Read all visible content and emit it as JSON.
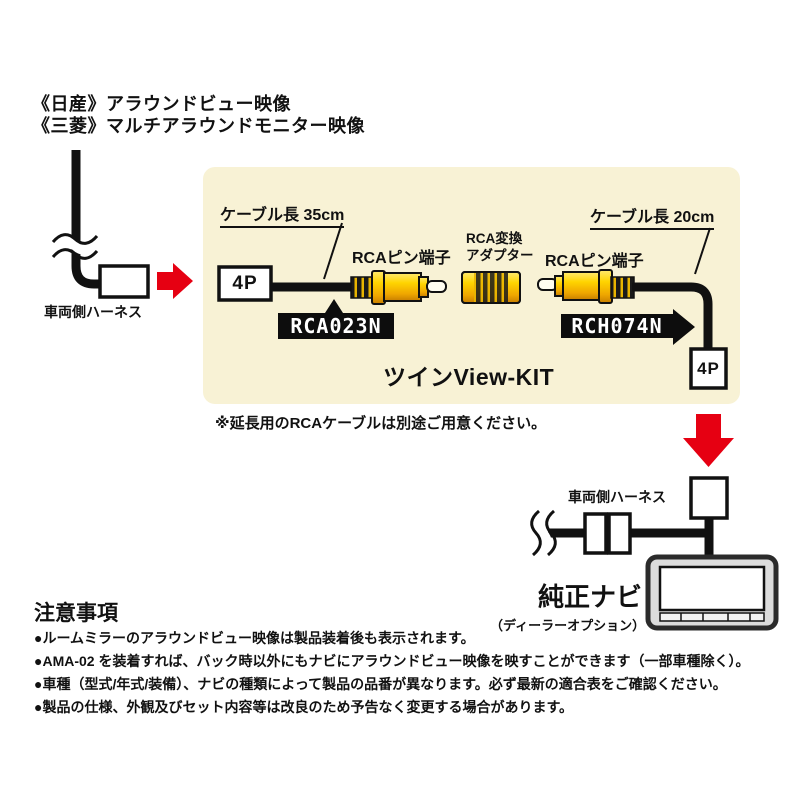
{
  "header": {
    "title_lines": [
      "《日産》アラウンドビュー映像",
      "《三菱》マルチアラウンドモニター映像"
    ]
  },
  "left_harness": {
    "label": "車両側ハーネス",
    "connector": "4P"
  },
  "kit_panel": {
    "cable_length_left": "ケーブル長 35cm",
    "cable_length_right": "ケーブル長 20cm",
    "rca_pin_left": "RCAピン端子",
    "rca_adapter_line1": "RCA変換",
    "rca_adapter_line2": "アダプター",
    "rca_pin_right": "RCAピン端子",
    "part_number_left": "RCA023N",
    "part_number_right": "RCH074N",
    "kit_name": "ツインView-KIT",
    "connector_right": "4P"
  },
  "note": "※延長用のRCAケーブルは別途ご用意ください。",
  "right_harness": {
    "label": "車両側ハーネス"
  },
  "nav_unit": {
    "label": "純正ナビ",
    "sublabel": "（ディーラーオプション）"
  },
  "cautions": {
    "heading": "注意事項",
    "items": [
      "●ルームミラーのアラウンドビュー映像は製品装着後も表示されます。",
      "●AMA-02 を装着すれば、バック時以外にもナビにアラウンドビュー映像を映すことができます（一部車種除く）。",
      "●車種（型式/年式/装備）、ナビの種類によって製品の品番が異なります。必ず最新の適合表をご確認ください。",
      "●製品の仕様、外観及びセット内容等は改良のため予告なく変更する場合があります。"
    ]
  },
  "colors": {
    "panel_bg": "#F8F2D5",
    "accent_red": "#E60012",
    "connector_yellow": "#FFD400",
    "line_black": "#111111"
  }
}
